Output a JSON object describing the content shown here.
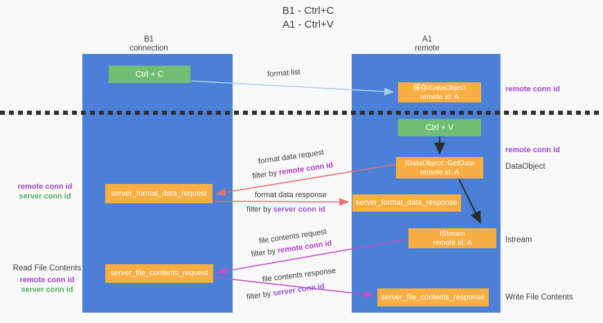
{
  "title": {
    "line1": "B1 - Ctrl+C",
    "line2": "A1 - Ctrl+V"
  },
  "columns": {
    "left": {
      "name": "B1",
      "role": "connection"
    },
    "right": {
      "name": "A1",
      "role": "remote"
    }
  },
  "nodes": {
    "ctrl_c": "Ctrl + C",
    "ctrl_v": "Ctrl + V",
    "save_dataobject": {
      "line1": "保存IDataObject",
      "line2": "remote id: A"
    },
    "getdata": {
      "line1": "IDataObject::GetData",
      "line2": "remote id: A"
    },
    "istream": {
      "line1": "IStream",
      "line2": "remote id: A"
    },
    "format_request": "server_format_data_request",
    "format_response": "server_format_data_response",
    "file_request": "server_file_contents_request",
    "file_response": "server_file_contents_response"
  },
  "flow_labels": {
    "format_list": "format list",
    "format_data_request": "format data request",
    "format_data_response": "format data response",
    "file_contents_request": "file contents request",
    "file_contents_response": "file contents response",
    "filter_by": "filter by ",
    "remote_conn_id": "remote conn id",
    "server_conn_id": "server conn id"
  },
  "side_labels": {
    "remote_conn_id": "remote conn id",
    "server_conn_id": "server conn id",
    "dataobject": "DataObject",
    "istream": "Istream",
    "read_file_contents": "Read File Contents",
    "write_file_contents": "Write File Contents"
  },
  "colors": {
    "background": "#f8f8f8",
    "column_blue": "#4a80d6",
    "node_orange": "#f9ae42",
    "node_green": "#6fbf72",
    "text_dark": "#3c3c3c",
    "label_purple": "#a348c8",
    "label_green": "#52ae5f",
    "arrow_light_blue": "#a8d2ef",
    "arrow_black": "#2d2d2d",
    "arrow_red": "#e87070",
    "arrow_magenta": "#c44fc4",
    "dash_line": "#2f2f2f"
  }
}
